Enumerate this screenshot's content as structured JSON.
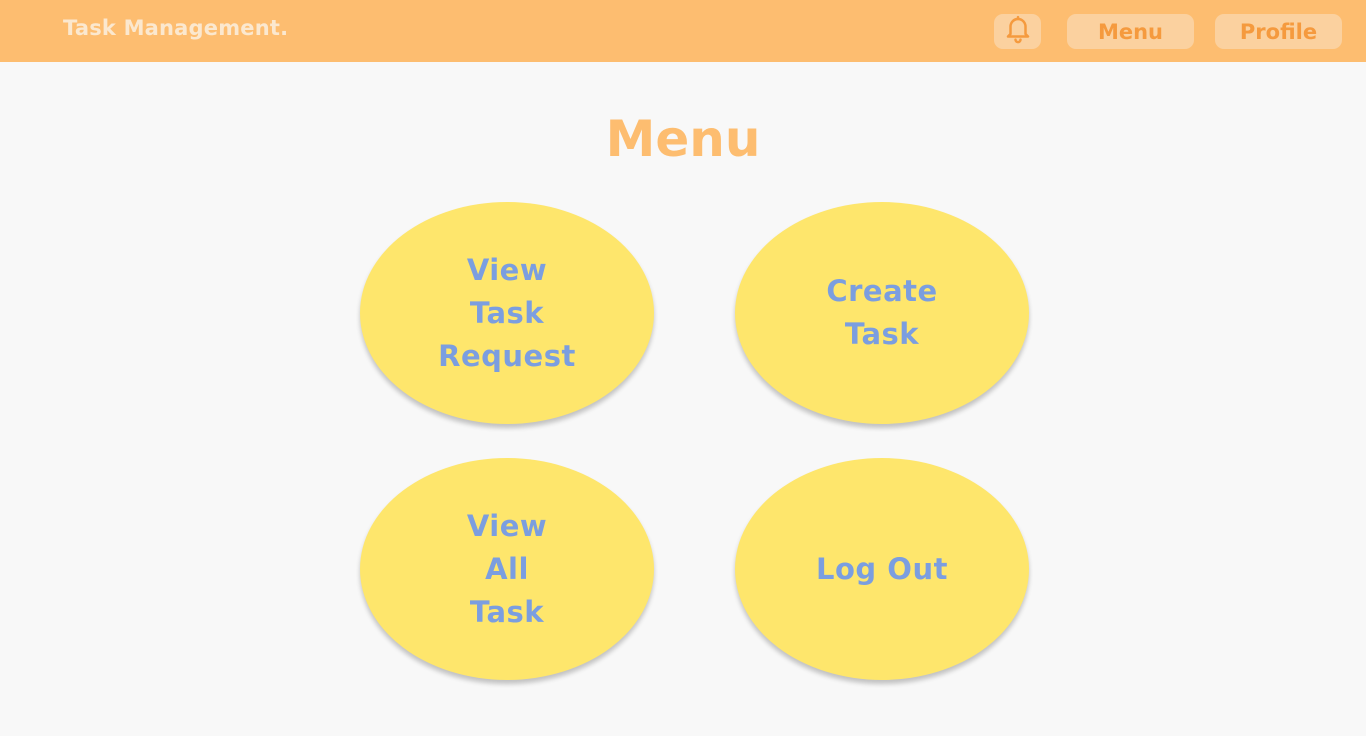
{
  "header": {
    "brand": "Task Management.",
    "bell_icon": "bell-icon",
    "menu_label": "Menu",
    "profile_label": "Profile"
  },
  "main": {
    "title": "Menu",
    "options": [
      {
        "lines": [
          "View",
          "Task",
          "Request"
        ]
      },
      {
        "lines": [
          "Create",
          "Task"
        ]
      },
      {
        "lines": [
          "View",
          "All",
          "Task"
        ]
      },
      {
        "lines": [
          "Log Out"
        ]
      }
    ]
  },
  "colors": {
    "header_bg": "#fdbd70",
    "page_bg": "#f8f8f8",
    "circle_bg": "#fee66c",
    "circle_text": "#7b9ee0",
    "title": "#fdbd70",
    "nav_text": "#f59a3e"
  }
}
